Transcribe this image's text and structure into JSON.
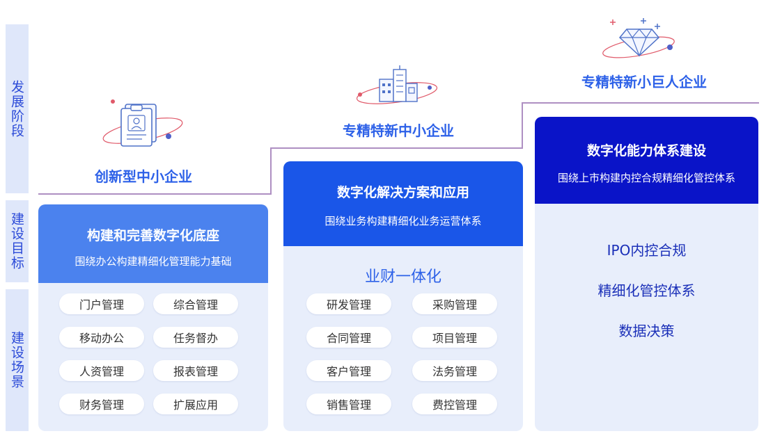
{
  "side_labels": [
    "发展阶段",
    "建设目标",
    "建设场景"
  ],
  "stages": [
    {
      "title": "创新型中小企业",
      "icon": "clipboard-profile-icon",
      "head_title": "构建和完善数字化底座",
      "head_subtitle": "围绕办公构建精细化管理能力基础",
      "head_color": "#4b82ee",
      "items": [
        "门户管理",
        "综合管理",
        "移动办公",
        "任务督办",
        "人资管理",
        "报表管理",
        "财务管理",
        "扩展应用"
      ]
    },
    {
      "title": "专精特新中小企业",
      "icon": "city-buildings-icon",
      "head_title": "数字化解决方案和应用",
      "head_subtitle": "围绕业务构建精细化业务运营体系",
      "head_color": "#1a56e8",
      "section_label": "业财一体化",
      "items": [
        "研发管理",
        "采购管理",
        "合同管理",
        "项目管理",
        "客户管理",
        "法务管理",
        "销售管理",
        "费控管理"
      ]
    },
    {
      "title": "专精特新小巨人企业",
      "icon": "diamond-icon",
      "head_title": "数字化能力体系建设",
      "head_subtitle": "围绕上市构建内控合规精细化管控体系",
      "head_color": "#0a14c8",
      "goals": [
        "IPO内控合规",
        "精细化管控体系",
        "数据决策"
      ]
    }
  ],
  "colors": {
    "accent_blue": "#2d61e8",
    "dark_blue": "#1a2fb8",
    "stair_line": "#8b5fa8",
    "panel_bg": "#e8eefb"
  }
}
